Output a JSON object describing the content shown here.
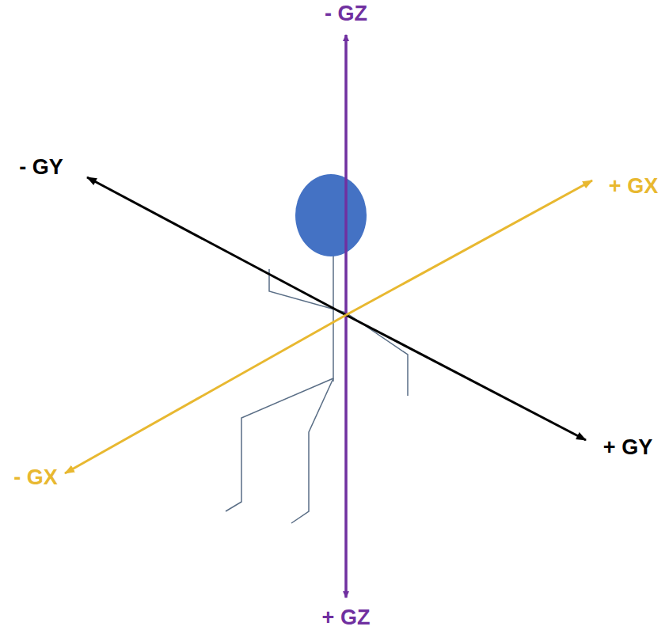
{
  "diagram": {
    "labels": [
      "- GZ",
      "- GY",
      "+ GX",
      "- GX",
      "+ GY",
      "+ GZ"
    ]
  }
}
